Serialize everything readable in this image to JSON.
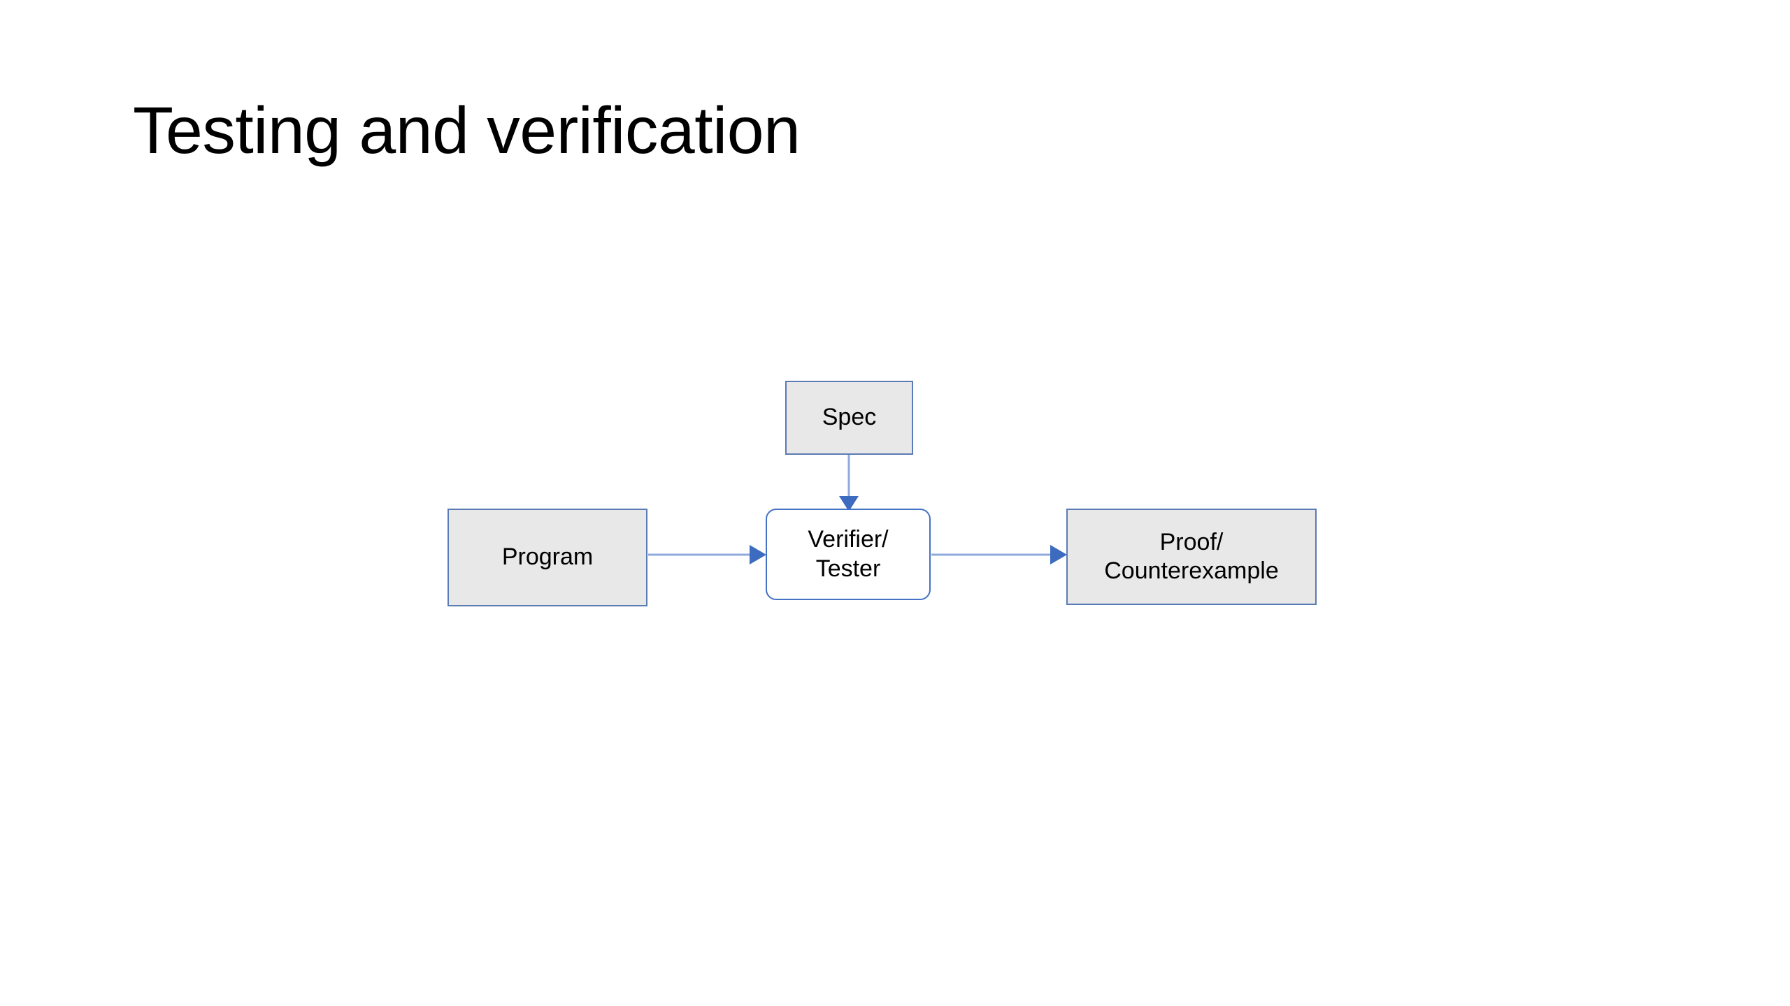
{
  "slide": {
    "title": "Testing and verification",
    "background_color": "#FFFFFF"
  },
  "theme": {
    "box_fill": "#E8E8E8",
    "box_fill_alt": "#FFFFFF",
    "box_border": "#5B7BB4",
    "box_border_alt": "#4472C4",
    "connector_line": "#8FAADC",
    "connector_arrow": "#3C6BBF",
    "text_color": "#000000"
  },
  "diagram": {
    "type": "flow-diagram",
    "nodes": [
      {
        "id": "spec",
        "label": "Spec",
        "shape": "rectangle",
        "fill": "#E8E8E8"
      },
      {
        "id": "program",
        "label": "Program",
        "shape": "rectangle",
        "fill": "#E8E8E8"
      },
      {
        "id": "verifier",
        "label": "Verifier/\nTester",
        "shape": "rounded-rectangle",
        "fill": "#FFFFFF"
      },
      {
        "id": "proof",
        "label": "Proof/\nCounterexample",
        "shape": "rectangle",
        "fill": "#E8E8E8"
      }
    ],
    "edges": [
      {
        "id": "spec-to-verifier",
        "from": "spec",
        "to": "verifier",
        "direction": "down",
        "arrowhead": "triangle"
      },
      {
        "id": "program-to-verifier",
        "from": "program",
        "to": "verifier",
        "direction": "right",
        "arrowhead": "triangle"
      },
      {
        "id": "verifier-to-proof",
        "from": "verifier",
        "to": "proof",
        "direction": "right",
        "arrowhead": "triangle"
      }
    ]
  }
}
